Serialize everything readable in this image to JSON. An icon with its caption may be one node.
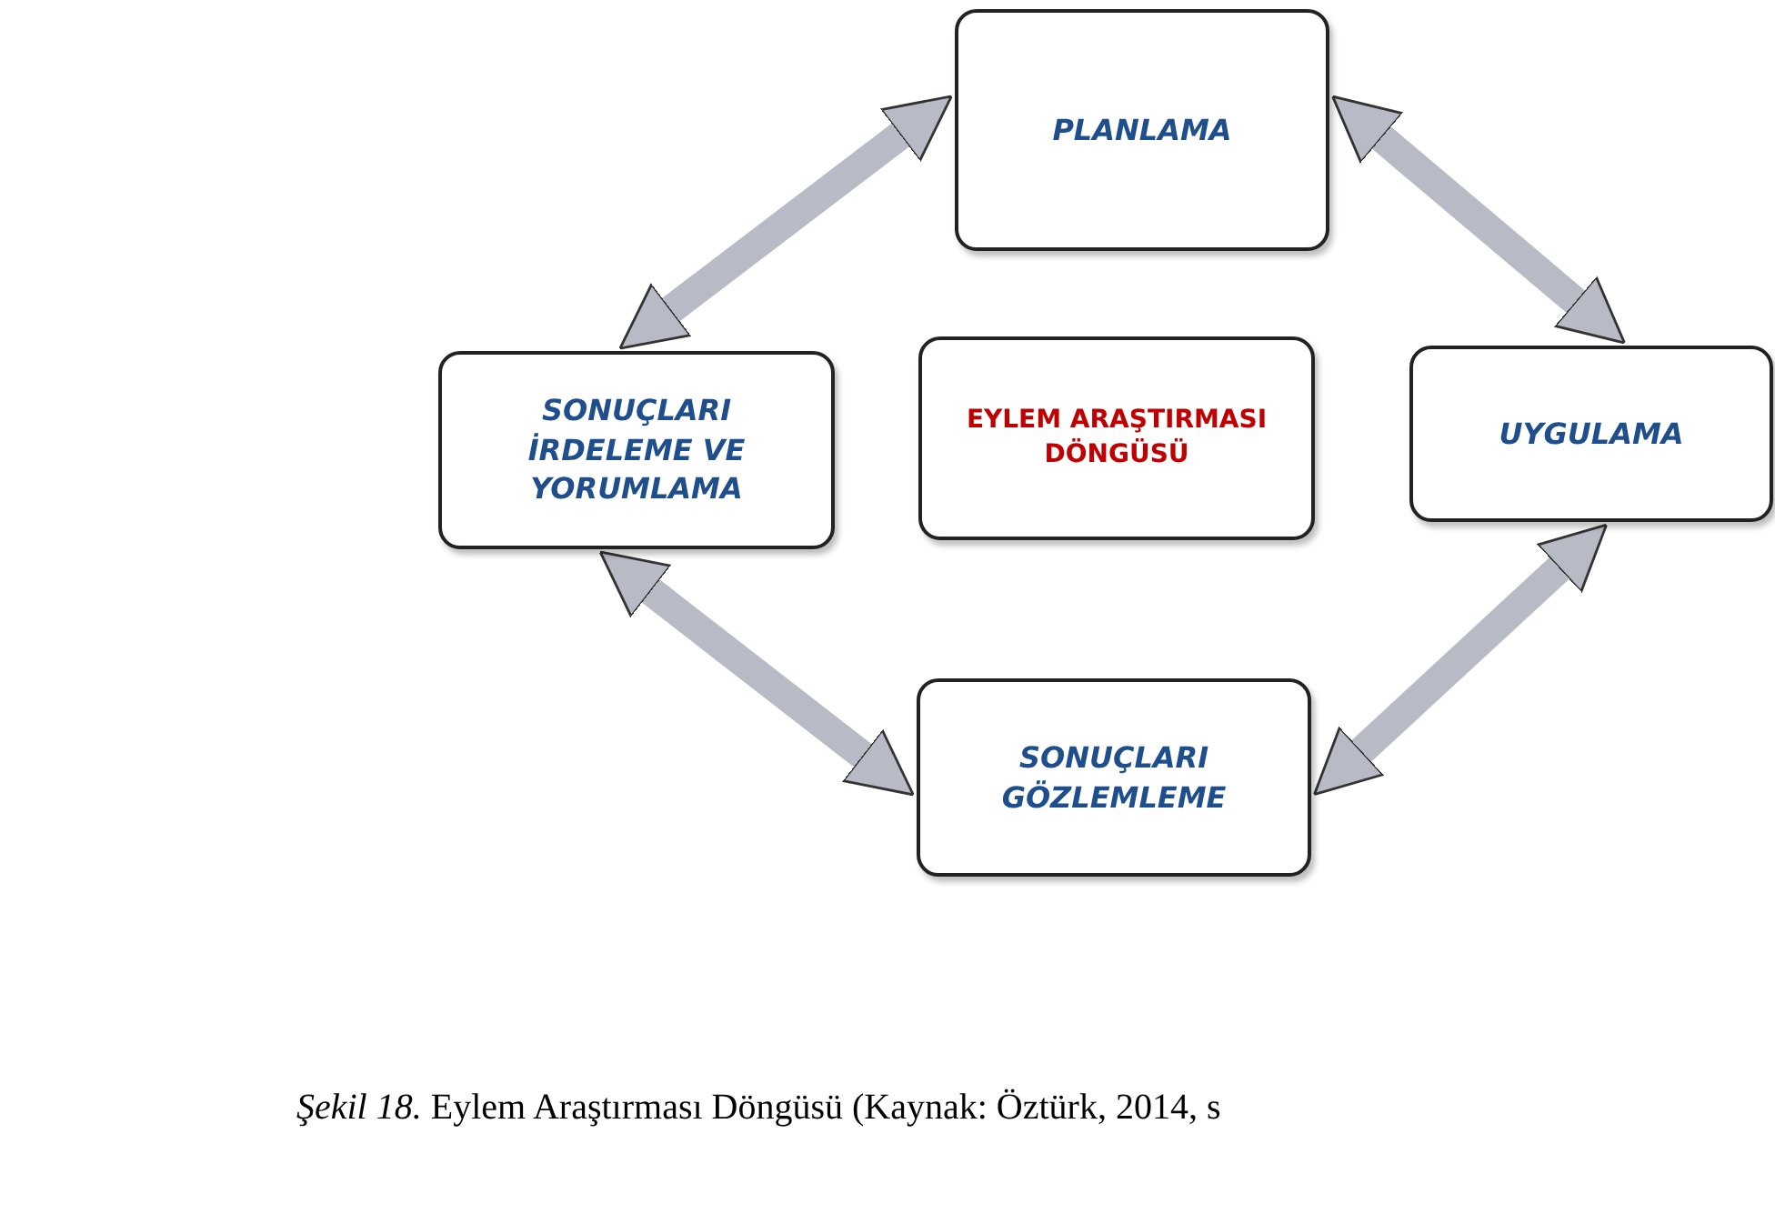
{
  "diagram": {
    "nodes": [
      {
        "text": [
          "PLANLAMA"
        ]
      },
      {
        "text": [
          "SONUÇLARI İRDELEME VE YORUMLAMA"
        ]
      },
      {
        "text": [
          "EYLEM ARAŞTIRMASI DÖNGÜSÜ"
        ]
      },
      {
        "text": [
          "UYGULAMA"
        ]
      },
      {
        "text": [
          "SONUÇLARI GÖZLEMLEME"
        ]
      }
    ],
    "edges": [
      {
        "from": 0,
        "to": 1,
        "arrow": "both"
      },
      {
        "from": 0,
        "to": 3,
        "arrow": "both"
      },
      {
        "from": 3,
        "to": 4,
        "arrow": "both"
      },
      {
        "from": 4,
        "to": 1,
        "arrow": "both"
      }
    ],
    "caption": "*Şekil 18.* Eylem Araştırması Döngüsü (Kaynak: Öztürk, 2014, s"
  }
}
